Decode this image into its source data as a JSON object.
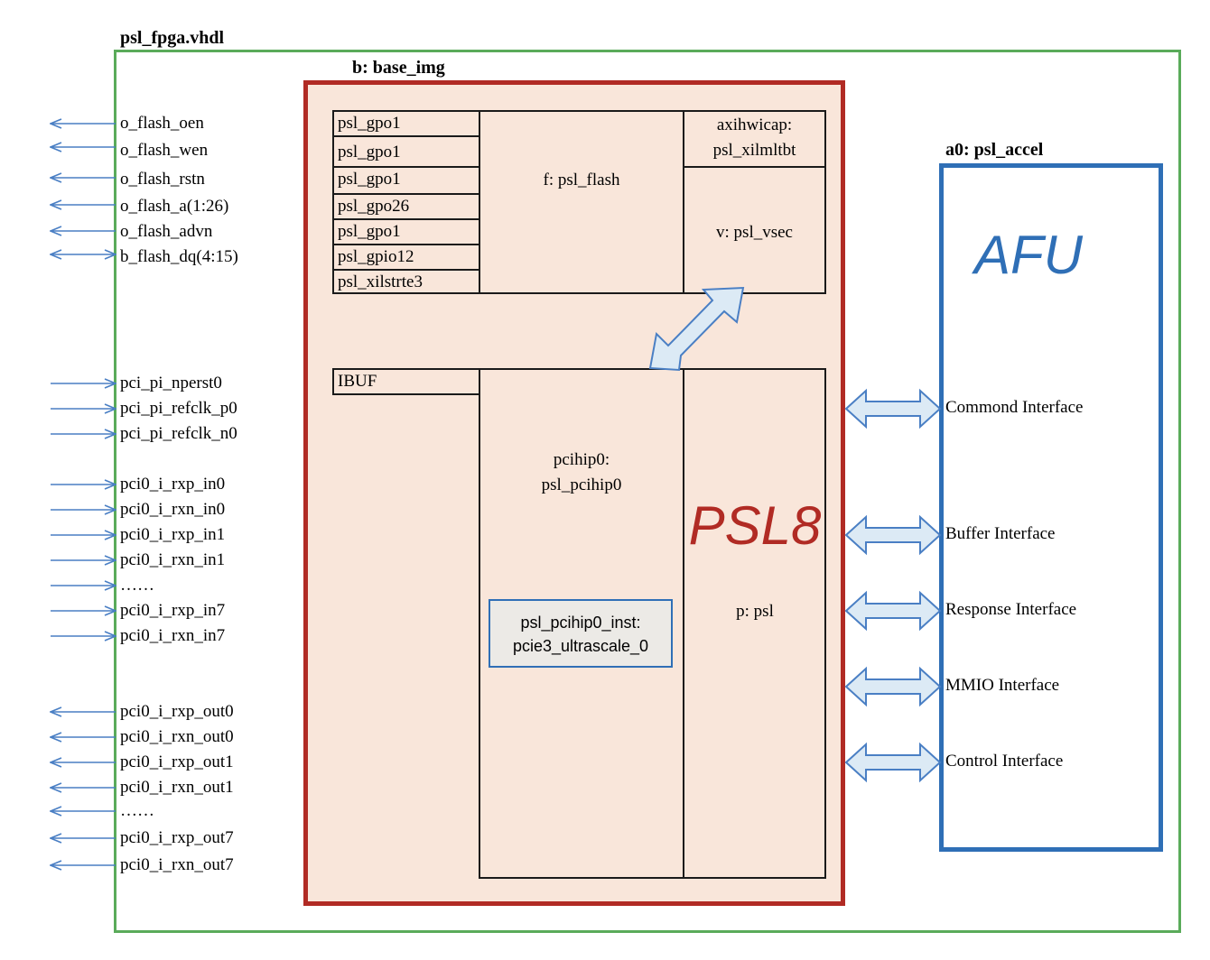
{
  "outer": {
    "title": "psl_fpga.vhdl"
  },
  "base": {
    "title": "b: base_img"
  },
  "afu": {
    "title": "a0: psl_accel",
    "label": "AFU"
  },
  "flash_signals": [
    {
      "label": "o_flash_oen",
      "direction": "out"
    },
    {
      "label": "o_flash_wen",
      "direction": "out"
    },
    {
      "label": "o_flash_rstn",
      "direction": "out"
    },
    {
      "label": "o_flash_a(1:26)",
      "direction": "out"
    },
    {
      "label": "o_flash_advn",
      "direction": "out"
    },
    {
      "label": "b_flash_dq(4:15)",
      "direction": "bidir"
    }
  ],
  "pci_in_signals": [
    {
      "label": "pci_pi_nperst0",
      "direction": "in"
    },
    {
      "label": "pci_pi_refclk_p0",
      "direction": "in"
    },
    {
      "label": "pci_pi_refclk_n0",
      "direction": "in"
    },
    {
      "label": "pci0_i_rxp_in0",
      "direction": "in"
    },
    {
      "label": "pci0_i_rxn_in0",
      "direction": "in"
    },
    {
      "label": "pci0_i_rxp_in1",
      "direction": "in"
    },
    {
      "label": "pci0_i_rxn_in1",
      "direction": "in"
    },
    {
      "label": "……",
      "direction": "in"
    },
    {
      "label": "pci0_i_rxp_in7",
      "direction": "in"
    },
    {
      "label": "pci0_i_rxn_in7",
      "direction": "in"
    }
  ],
  "pci_out_signals": [
    {
      "label": "pci0_i_rxp_out0",
      "direction": "out"
    },
    {
      "label": "pci0_i_rxn_out0",
      "direction": "out"
    },
    {
      "label": "pci0_i_rxp_out1",
      "direction": "out"
    },
    {
      "label": "pci0_i_rxn_out1",
      "direction": "out"
    },
    {
      "label": "……",
      "direction": "out"
    },
    {
      "label": "pci0_i_rxp_out7",
      "direction": "out"
    },
    {
      "label": "pci0_i_rxn_out7",
      "direction": "out"
    }
  ],
  "gpio_cells": [
    "psl_gpo1",
    "psl_gpo1",
    "psl_gpo1",
    "psl_gpo26",
    "psl_gpo1",
    "psl_gpio12",
    "psl_xilstrte3"
  ],
  "flash_block": "f: psl_flash",
  "axi_block": {
    "line1": "axihwicap:",
    "line2": "psl_xilmltbt"
  },
  "vsec_block": "v: psl_vsec",
  "ibuf_block": "IBUF",
  "pcihip_block": {
    "line1": "pcihip0:",
    "line2": "psl_pcihip0"
  },
  "inst_block": {
    "line1": "psl_pcihip0_inst:",
    "line2": "pcie3_ultrascale_0"
  },
  "psl_block": {
    "big_label": "PSL8",
    "label": "p: psl"
  },
  "interfaces": [
    "Commond Interface",
    "Buffer Interface",
    "Response Interface",
    "MMIO Interface",
    "Control Interface"
  ],
  "colors": {
    "outer": "#5aab5a",
    "base": "#b12b24",
    "afu": "#2f6fb6",
    "arrow": "#4a7fc4",
    "fill": "#f9e6da",
    "bigarrow_fill": "#dceaf5"
  }
}
